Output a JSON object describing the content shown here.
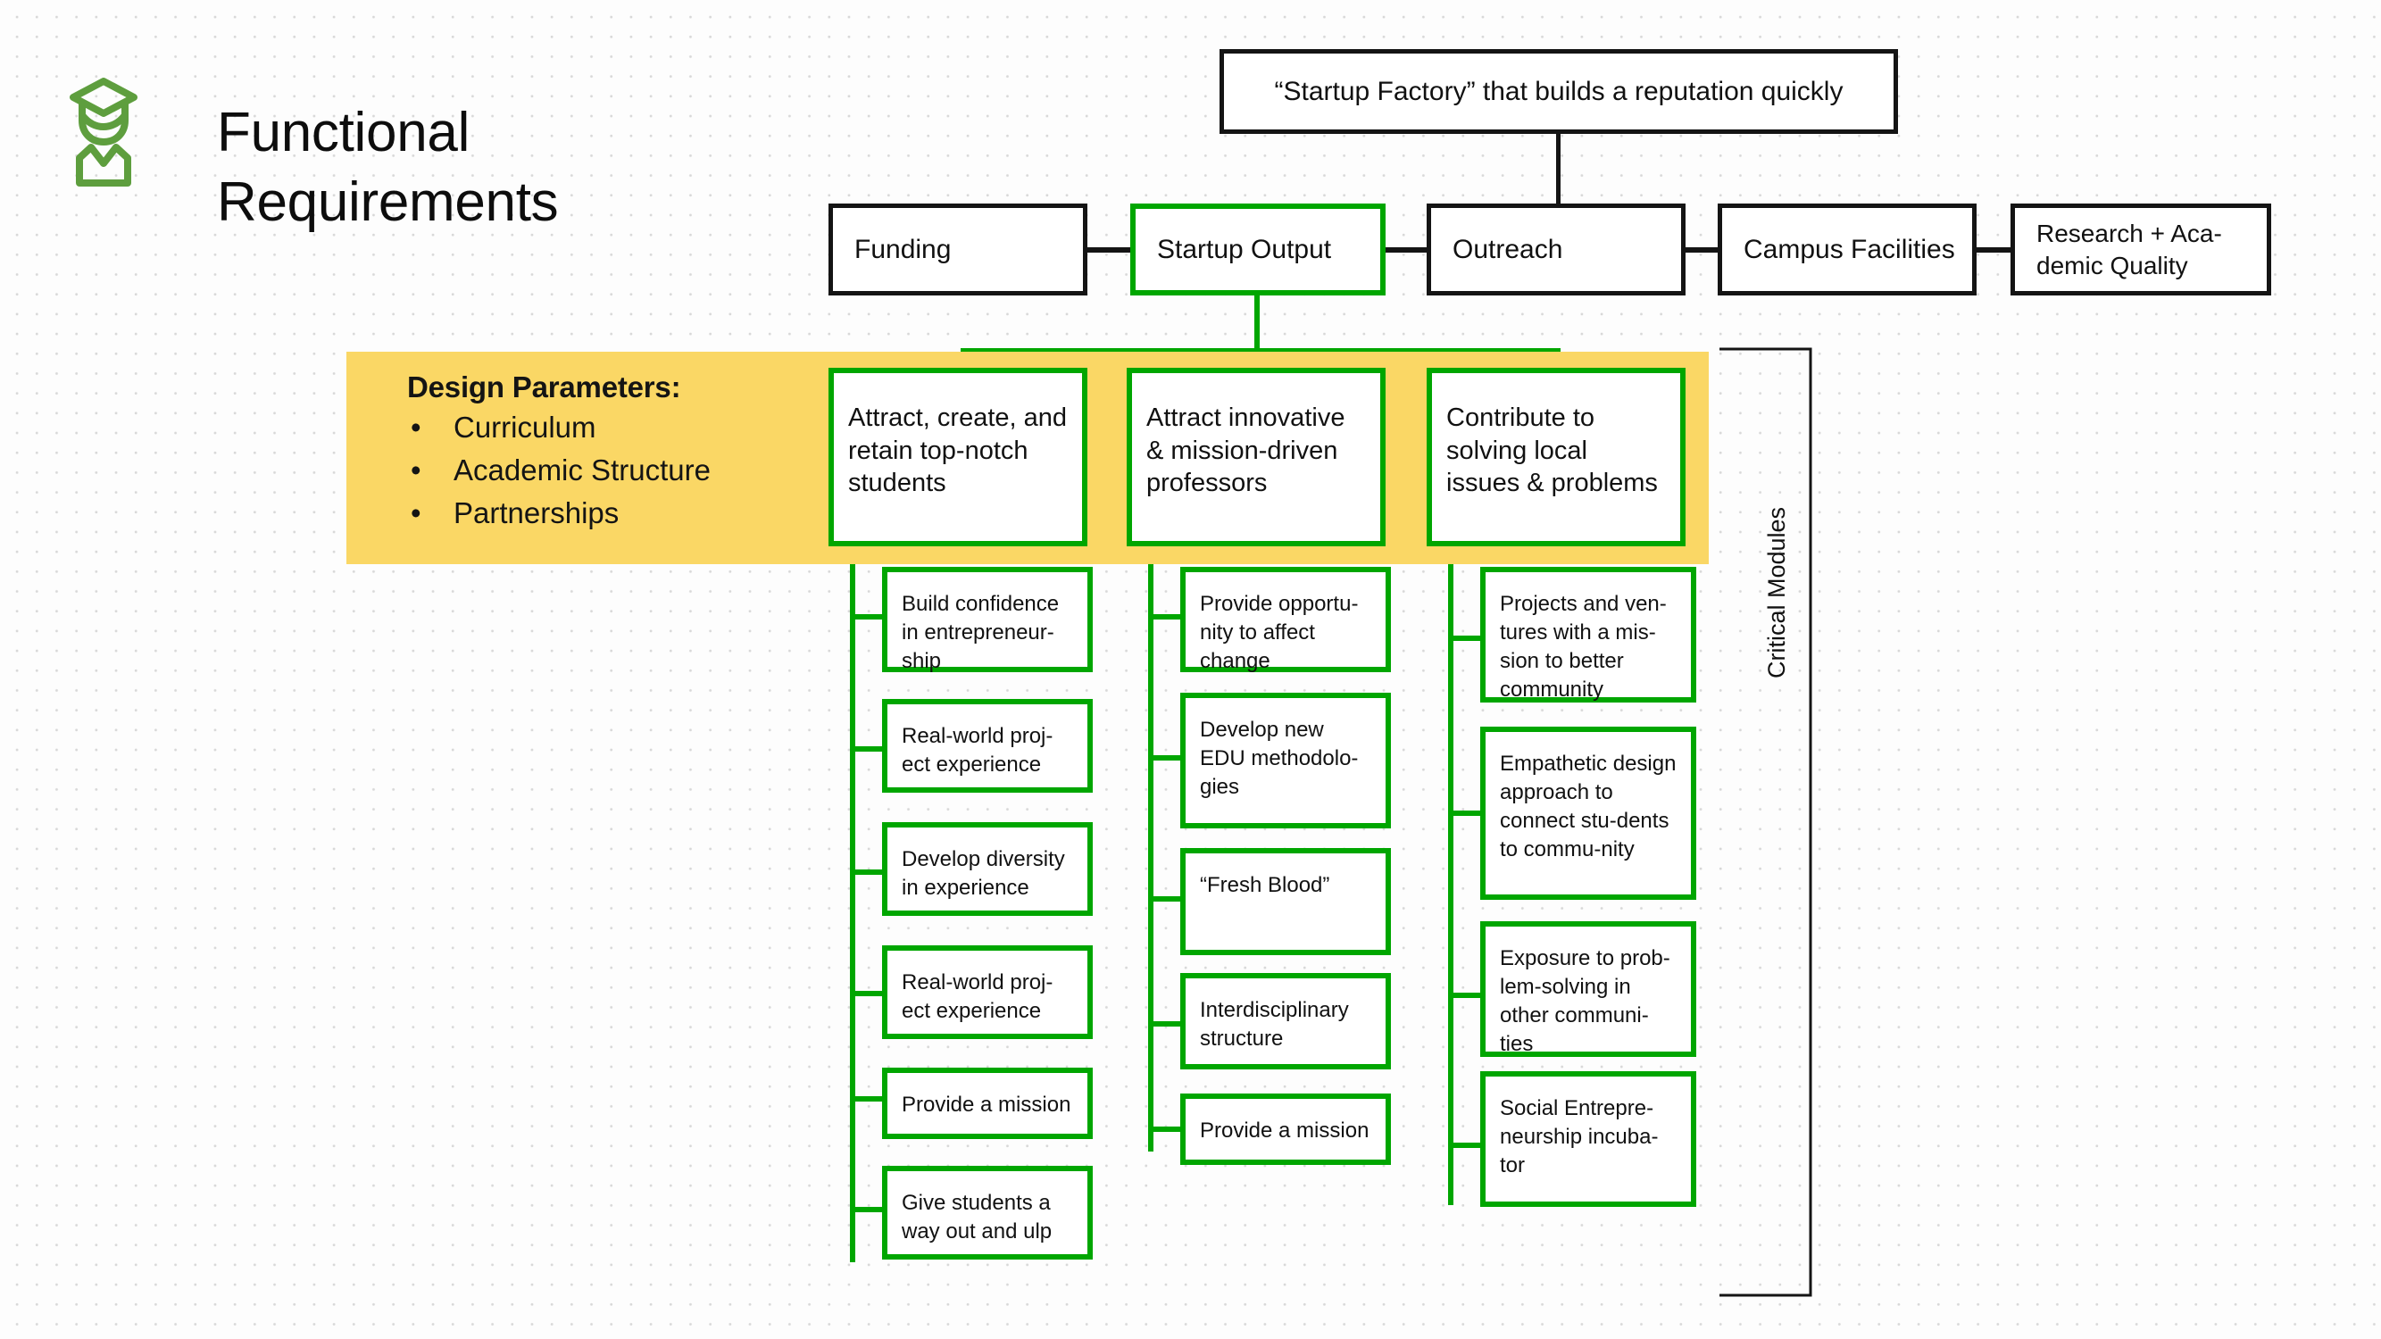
{
  "title": {
    "line1": "Functional",
    "line2": "Requirements",
    "icon": "graduate-student-icon"
  },
  "colors": {
    "green": "#00a600",
    "black": "#141414",
    "yellow_band": "#fad765",
    "icon_green": "#5e9e3e",
    "page_background": "#fdfdfd"
  },
  "root": {
    "label": "“Startup Factory” that builds a reputation quickly",
    "border": "black"
  },
  "level1": [
    {
      "label": "Funding",
      "border": "black"
    },
    {
      "label": "Startup Output",
      "border": "green"
    },
    {
      "label": "Outreach",
      "border": "black"
    },
    {
      "label": "Campus Facilities",
      "border": "black"
    },
    {
      "label": "Research + Aca-demic Quality",
      "border": "black"
    }
  ],
  "design_parameters": {
    "title": "Design Parameters:",
    "bullet_glyph": "•",
    "items": [
      "Curriculum",
      "Academic Structure",
      "Partnerships"
    ]
  },
  "level2": [
    {
      "label": "Attract, create, and retain top-notch students",
      "border": "green"
    },
    {
      "label": "Attract  innovative & mission-driven professors",
      "border": "green"
    },
    {
      "label": "Contribute to solving local issues & problems",
      "border": "green"
    }
  ],
  "branch0": [
    "Build confidence in entrepreneur-ship",
    "Real-world proj-ect experience",
    "Develop diversity in experience",
    "Real-world proj-ect experience",
    "Provide a mission",
    "Give students a way out and ulp"
  ],
  "branch1": [
    "Provide opportu-nity to affect change",
    "Develop new EDU methodolo-gies",
    "“Fresh Blood”",
    "Interdisciplinary structure",
    "Provide a mission"
  ],
  "branch2": [
    "Projects and ven-tures with a mis-sion to better community",
    "Empathetic design approach to connect stu-dents to commu-nity",
    "Exposure to prob-lem-solving in other communi-ties",
    "Social Entrepre-neurship incuba-tor"
  ],
  "annotation": {
    "critical_modules_label": "Critical Modules"
  }
}
